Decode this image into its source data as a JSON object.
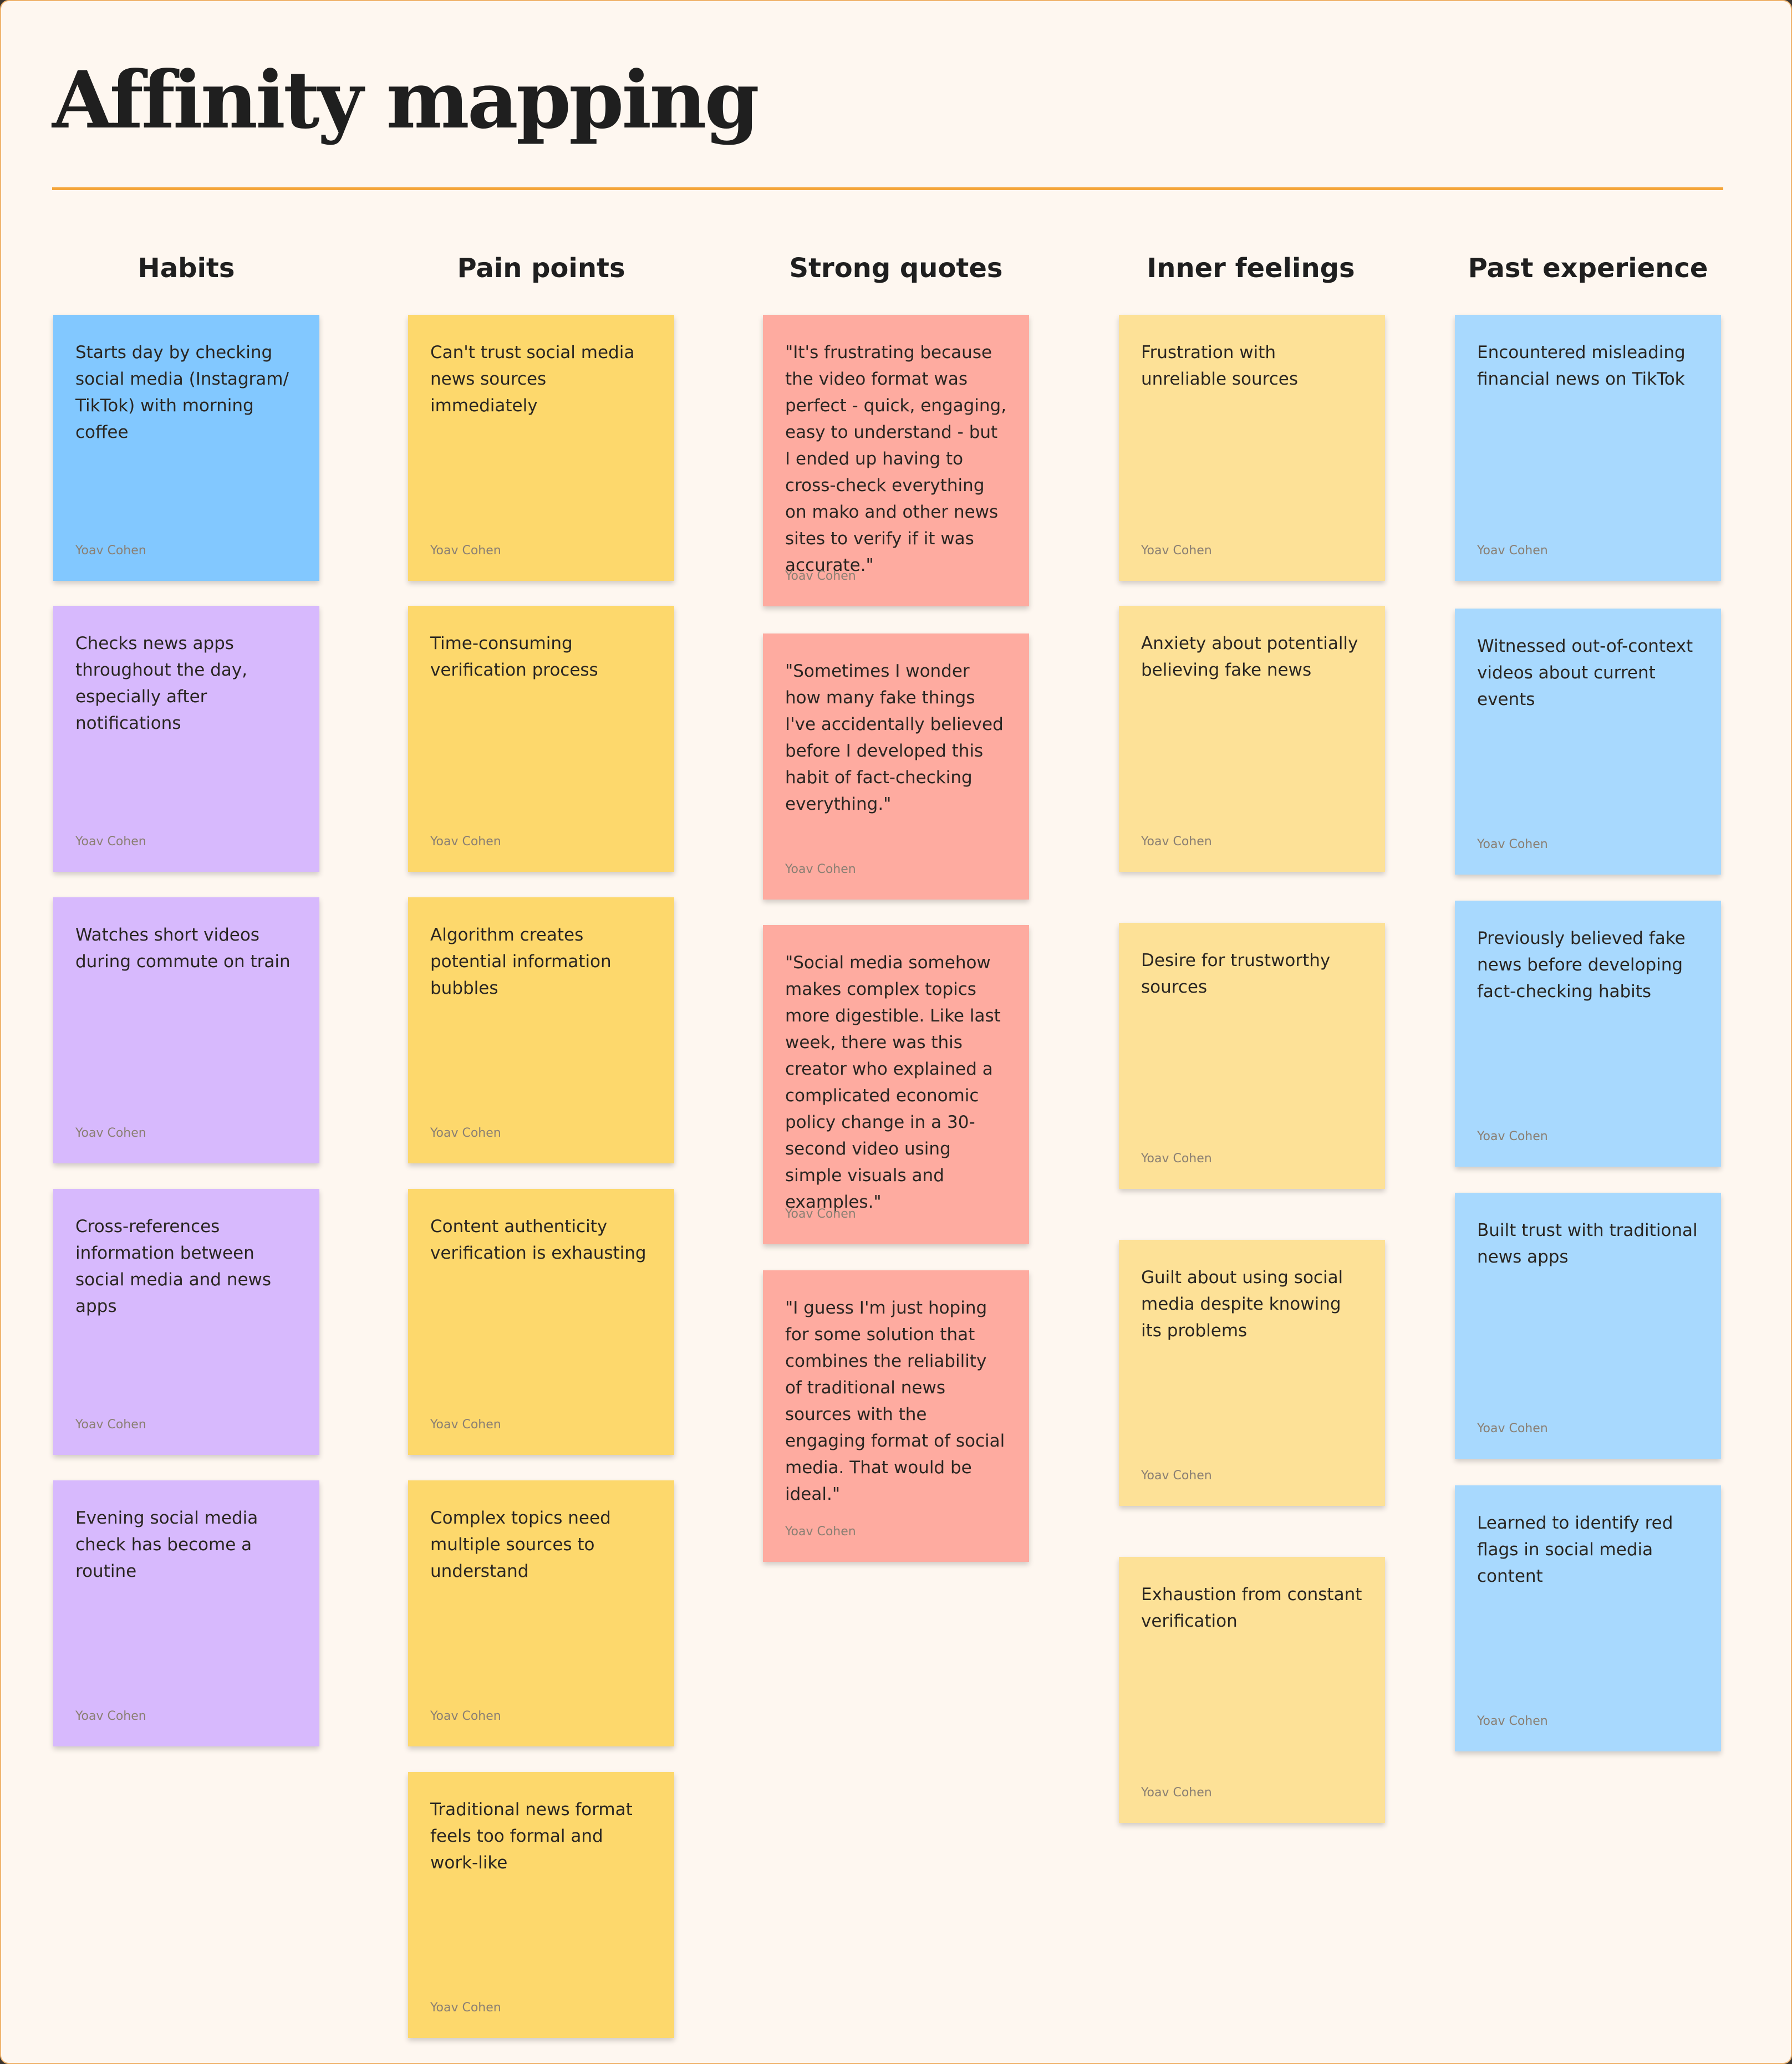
{
  "board": {
    "title": "Affinity mapping",
    "accent_color": "#f4a53a",
    "background_color": "#fef7f0"
  },
  "columns": [
    {
      "heading": "Habits",
      "notes": [
        {
          "text": "Starts day by checking social media (Instagram/ TikTok) with morning coffee",
          "author": "Yoav Cohen",
          "color": "#82c8ff"
        },
        {
          "text": "Checks news apps throughout the day, especially after notifications",
          "author": "Yoav Cohen",
          "color": "#d7b9fd"
        },
        {
          "text": "Watches short videos during commute on train",
          "author": "Yoav Cohen",
          "color": "#d7b9fd"
        },
        {
          "text": "Cross-references information between social media and news apps",
          "author": "Yoav Cohen",
          "color": "#d7b9fd"
        },
        {
          "text": "Evening social media check has become a routine",
          "author": "Yoav Cohen",
          "color": "#d7b9fd"
        }
      ]
    },
    {
      "heading": "Pain points",
      "notes": [
        {
          "text": "Can't trust social media news sources immediately",
          "author": "Yoav Cohen",
          "color": "#fdd86c"
        },
        {
          "text": "Time-consuming verification process",
          "author": "Yoav Cohen",
          "color": "#fdd86c"
        },
        {
          "text": "Algorithm creates potential information bubbles",
          "author": "Yoav Cohen",
          "color": "#fdd86c"
        },
        {
          "text": "Content authenticity verification is exhausting",
          "author": "Yoav Cohen",
          "color": "#fdd86c"
        },
        {
          "text": "Complex topics need multiple sources to understand",
          "author": "Yoav Cohen",
          "color": "#fdd86c"
        },
        {
          "text": "Traditional news format feels too formal and work-like",
          "author": "Yoav Cohen",
          "color": "#fdd86c"
        }
      ]
    },
    {
      "heading": "Strong quotes",
      "notes": [
        {
          "text": "\"It's frustrating because the video format was perfect - quick, engaging, easy to understand - but I ended up having to cross-check everything on mako and other news sites to verify if it was accurate.\"",
          "author": "Yoav Cohen",
          "color": "#feaba0"
        },
        {
          "text": "\"Sometimes I wonder how many fake things I've accidentally believed before I developed this habit of fact-checking everything.\"",
          "author": "Yoav Cohen",
          "color": "#feaba0"
        },
        {
          "text": "\"Social media somehow makes complex topics more digestible. Like last week, there was this creator who explained a complicated economic policy change in a 30-second video using simple visuals and examples.\"",
          "author": "Yoav Cohen",
          "color": "#feaba0"
        },
        {
          "text": "\"I guess I'm just hoping for some solution that combines the reliability of traditional news sources with the engaging format of social media. That would be ideal.\"",
          "author": "Yoav Cohen",
          "color": "#feaba0"
        }
      ]
    },
    {
      "heading": "Inner feelings",
      "notes": [
        {
          "text": "Frustration with unreliable sources",
          "author": "Yoav Cohen",
          "color": "#fde197"
        },
        {
          "text": "Anxiety about potentially believing fake news",
          "author": "Yoav Cohen",
          "color": "#fde197"
        },
        {
          "text": "Desire for trustworthy sources",
          "author": "Yoav Cohen",
          "color": "#fde197"
        },
        {
          "text": "Guilt about using social media despite knowing its problems",
          "author": "Yoav Cohen",
          "color": "#fde197"
        },
        {
          "text": "Exhaustion from constant verification",
          "author": "Yoav Cohen",
          "color": "#fde197"
        }
      ]
    },
    {
      "heading": "Past experience",
      "notes": [
        {
          "text": "Encountered misleading financial news on TikTok",
          "author": "Yoav Cohen",
          "color": "#a8d9fe"
        },
        {
          "text": "Witnessed out-of-context videos about current events",
          "author": "Yoav Cohen",
          "color": "#a8d9fe"
        },
        {
          "text": "Previously believed fake news before developing fact-checking habits",
          "author": "Yoav Cohen",
          "color": "#a8d9fe"
        },
        {
          "text": "Built trust with traditional news apps",
          "author": "Yoav Cohen",
          "color": "#a8d9fe"
        },
        {
          "text": "Learned to identify red flags in social media content",
          "author": "Yoav Cohen",
          "color": "#a8d9fe"
        }
      ]
    }
  ]
}
